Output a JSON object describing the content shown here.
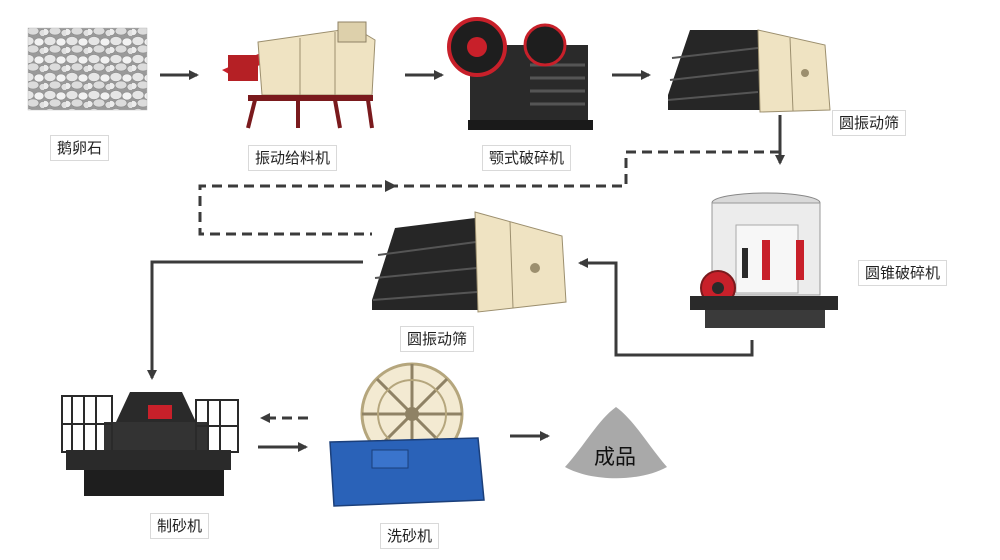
{
  "flow": {
    "stages": [
      {
        "id": "pebbles",
        "label": "鹅卵石",
        "icon": "pebbles-icon"
      },
      {
        "id": "vibrating-feeder",
        "label": "振动给料机",
        "icon": "vibrating-feeder-icon"
      },
      {
        "id": "jaw-crusher",
        "label": "颚式破碎机",
        "icon": "jaw-crusher-icon"
      },
      {
        "id": "circular-screen-1",
        "label": "圆振动筛",
        "icon": "vibrating-screen-icon"
      },
      {
        "id": "cone-crusher",
        "label": "圆锥破碎机",
        "icon": "cone-crusher-icon"
      },
      {
        "id": "circular-screen-2",
        "label": "圆振动筛",
        "icon": "vibrating-screen-icon"
      },
      {
        "id": "sand-maker",
        "label": "制砂机",
        "icon": "sand-making-machine-icon"
      },
      {
        "id": "sand-washer",
        "label": "洗砂机",
        "icon": "sand-washer-icon"
      },
      {
        "id": "finished-product",
        "label": "成品",
        "icon": "product-pile-icon"
      }
    ],
    "colors": {
      "arrow": "#3b3b3b",
      "machine_dark": "#2a2a2a",
      "machine_cream": "#efe3c2",
      "accent_red": "#c8202a",
      "washer_blue": "#2a62b8",
      "pile_gray": "#a9a9a9"
    }
  }
}
